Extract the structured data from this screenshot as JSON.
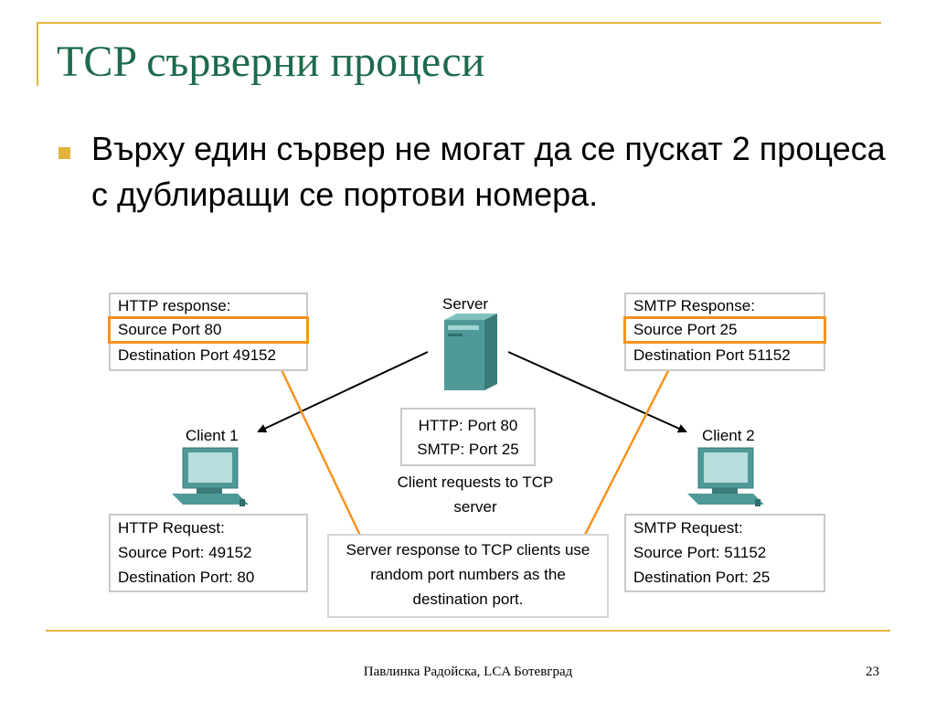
{
  "slide": {
    "title": "TCP сърверни процеси",
    "bullet": "Върху един сървер не могат да се пускат 2 процеса с дублиращи се портови номера.",
    "footer": "Павлинка Радойска, LCA Ботевград",
    "page_number": "23"
  },
  "diagram": {
    "server_label": "Server",
    "client1_label": "Client 1",
    "client2_label": "Client 2",
    "http_response": {
      "header": "HTTP response:",
      "source": "Source Port 80",
      "destination": "Destination Port 49152"
    },
    "smtp_response": {
      "header": "SMTP Response:",
      "source": "Source Port 25",
      "destination": "Destination Port 51152"
    },
    "server_ports": {
      "http": "HTTP: Port 80",
      "smtp": "SMTP: Port 25"
    },
    "client_requests_caption": [
      "Client requests to TCP",
      "server"
    ],
    "http_request": {
      "header": "HTTP Request:",
      "source": "Source Port: 49152",
      "destination": "Destination Port: 80"
    },
    "smtp_request": {
      "header": "SMTP Request:",
      "source": "Source Port: 51152",
      "destination": "Destination Port: 25"
    },
    "server_response_caption": [
      "Server response to TCP clients use",
      "random port numbers as the",
      "destination port."
    ]
  },
  "colors": {
    "title": "#1d6b4c",
    "accent": "#e0b43c",
    "highlight": "#f7941d",
    "device": "#4f9a98"
  }
}
